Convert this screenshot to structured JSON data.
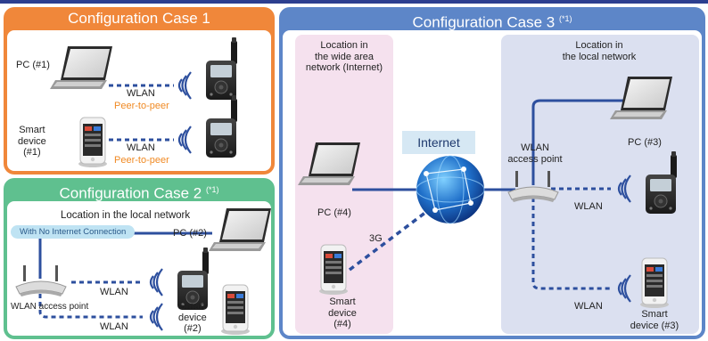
{
  "colors": {
    "case1": "#f0873a",
    "case2": "#5fc08f",
    "case3": "#5d86c8",
    "wan_zone": "#f5e1ee",
    "lan_zone": "#dbe0f0",
    "wlan_link": "#2d4f9e",
    "peer_label": "#f08a24"
  },
  "case1": {
    "title": "Configuration Case 1",
    "pc_label": "PC (#1)",
    "smart_label": "Smart\ndevice\n(#1)",
    "wlan_label_1": "WLAN",
    "peer_label_1": "Peer-to-peer",
    "wlan_label_2": "WLAN",
    "peer_label_2": "Peer-to-peer"
  },
  "case2": {
    "title": "Configuration Case 2",
    "note": "(*1)",
    "location": "Location in the local network",
    "no_internet": "With No Internet Connection",
    "pc_label": "PC (#2)",
    "ap_label": "WLAN access point",
    "wlan_label_1": "WLAN",
    "wlan_label_2": "WLAN",
    "smart_label": "Smart\ndevice\n(#2)"
  },
  "case3": {
    "title": "Configuration Case 3",
    "note": "(*1)",
    "wan_location": "Location in\nthe wide area\nnetwork (Internet)",
    "lan_location": "Location in\nthe local network",
    "internet": "Internet",
    "pc4_label": "PC (#4)",
    "threeg_label": "3G",
    "smart4_label": "Smart\ndevice\n(#4)",
    "ap_label": "WLAN\naccess point",
    "pc3_label": "PC (#3)",
    "wlan_label_1": "WLAN",
    "wlan_label_2": "WLAN",
    "smart3_label": "Smart\ndevice (#3)"
  }
}
